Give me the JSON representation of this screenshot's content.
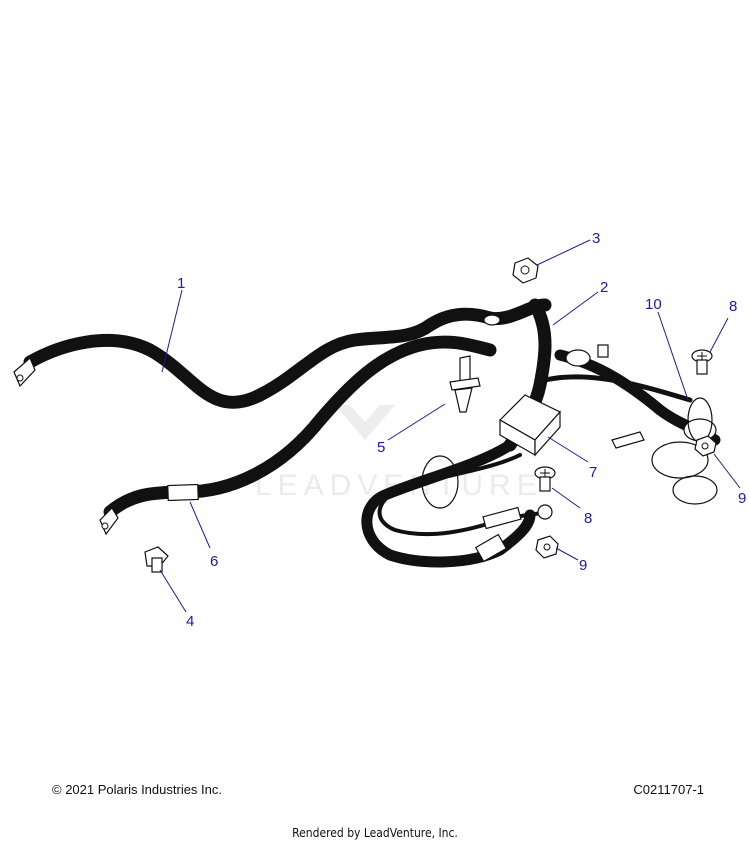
{
  "footer": {
    "copyright": "© 2021 Polaris Industries Inc.",
    "figure_id": "C0211707-1",
    "rendered_by": "Rendered by LeadVenture, Inc."
  },
  "watermark": "LEADVENTURE",
  "callouts": {
    "c1": "1",
    "c2": "2",
    "c3": "3",
    "c4": "4",
    "c5": "5",
    "c6": "6",
    "c7": "7",
    "c8a": "8",
    "c8b": "8",
    "c9a": "9",
    "c9b": "9",
    "c10": "10"
  },
  "colors": {
    "callout": "#1a1aa6",
    "line": "#111111",
    "watermark": "#ebebeb"
  }
}
